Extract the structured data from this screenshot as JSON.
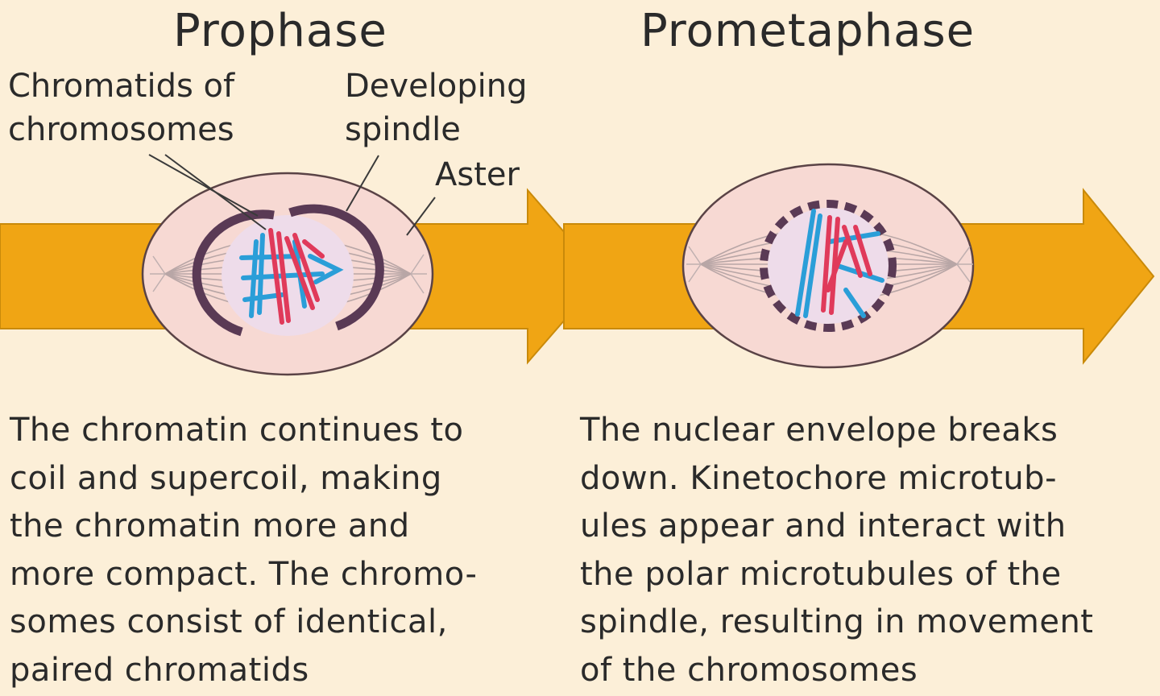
{
  "prophase": {
    "title": "Prophase",
    "labels": {
      "chromatids": "Chromatids of\nchromosomes",
      "spindle": "Developing\nspindle",
      "aster": "Aster"
    },
    "description": "The chromatin continues to\ncoil and supercoil, making\nthe chromatin more and\nmore compact. The chromo-\nsomes consist of identical,\npaired chromatids"
  },
  "prometaphase": {
    "title": "Prometaphase",
    "description": "The nuclear envelope breaks\ndown. Kinetochore microtub-\nules appear and interact with\nthe polar microtubules of the\nspindle, resulting in movement\nof the chromosomes"
  },
  "colors": {
    "background": "#fcefd8",
    "arrow": "#f0a514",
    "arrow_outline": "#c98a0a",
    "cell_fill": "#f7d9d3",
    "cell_outline": "#5a4346",
    "nucleus": "#eedcea",
    "envelope": "#5a3a55",
    "chromatid_blue": "#2a9ed8",
    "chromatid_red": "#e03a5a"
  }
}
